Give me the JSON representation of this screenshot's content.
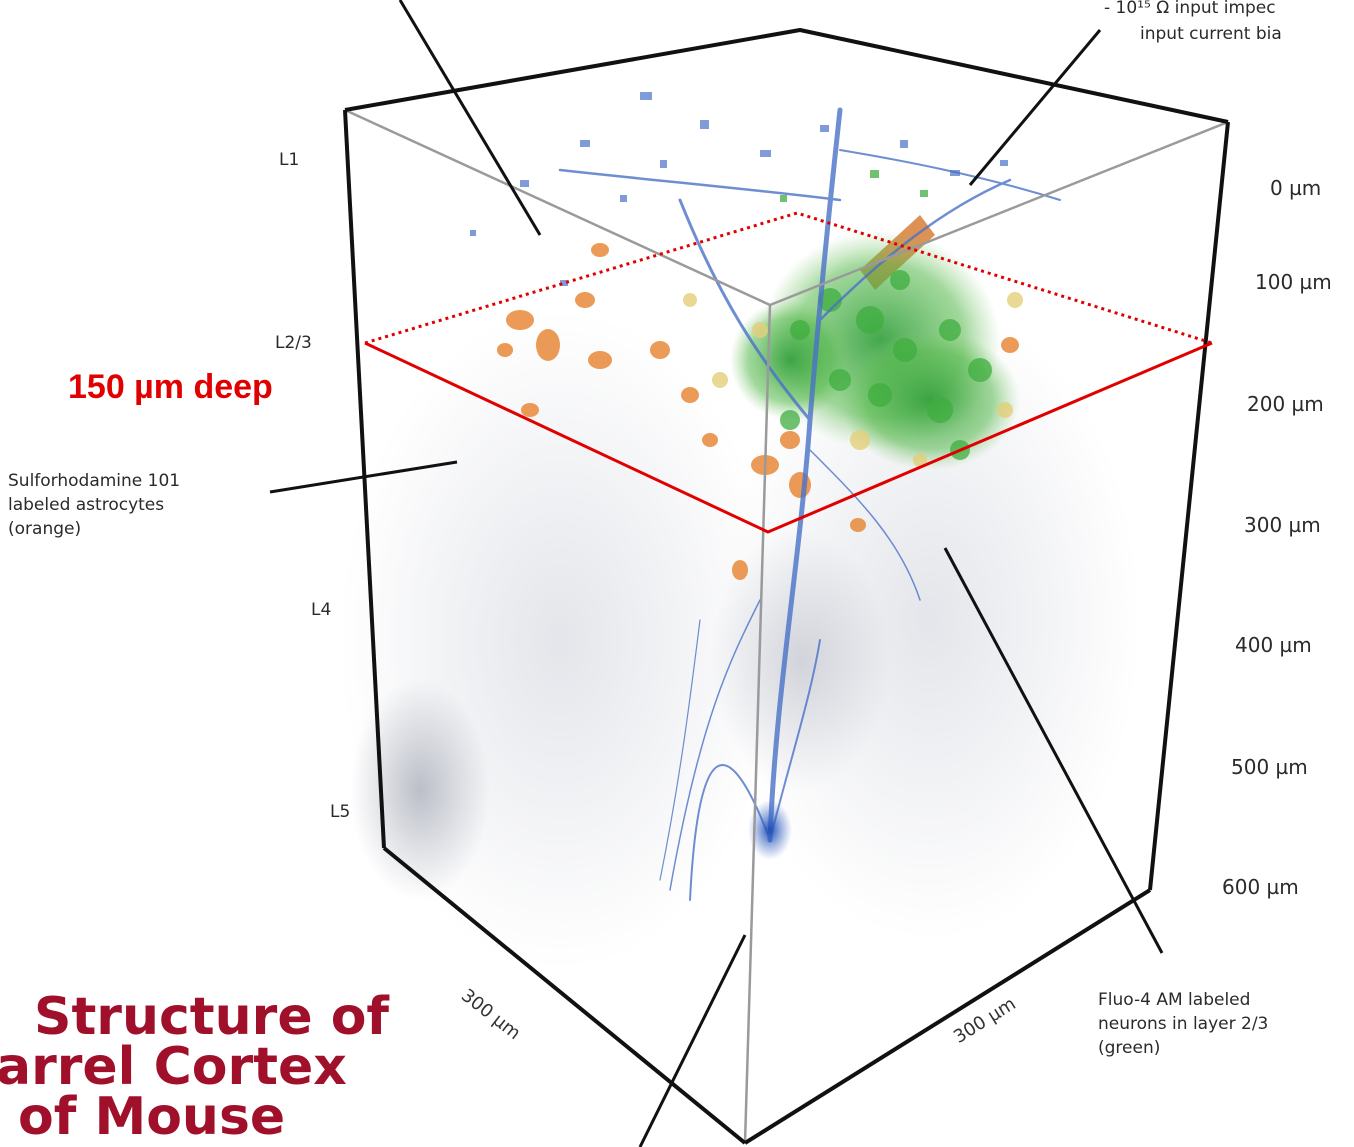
{
  "title": {
    "line1": "Structure of",
    "line2": "arrel Cortex",
    "line3": "of Mouse"
  },
  "highlight": {
    "depth_label": "150 µm deep",
    "color": "#e00000"
  },
  "layers": [
    "L1",
    "L2/3",
    "L4",
    "L5"
  ],
  "depth_ticks": [
    "0 µm",
    "100 µm",
    "200 µm",
    "300 µm",
    "400 µm",
    "500 µm",
    "600 µm"
  ],
  "dimensions": {
    "left_edge": "300 µm",
    "right_edge": "300 µm"
  },
  "annotations": {
    "top_right_line1": "- 10¹⁵ Ω input impec",
    "top_right_line2": "input current bia",
    "astrocytes_line1": "Sulforhodamine 101",
    "astrocytes_line2": "labeled astrocytes",
    "astrocytes_line3": "(orange)",
    "neurons_line1": "Fluo-4 AM labeled",
    "neurons_line2": "neurons in layer 2/3",
    "neurons_line3": "(green)"
  },
  "colors": {
    "title": "#a0102a",
    "astrocytes": "#e8893a",
    "neurons": "#3fae3f",
    "dendrites": "#4a72c8",
    "box_edges": "#111111"
  }
}
